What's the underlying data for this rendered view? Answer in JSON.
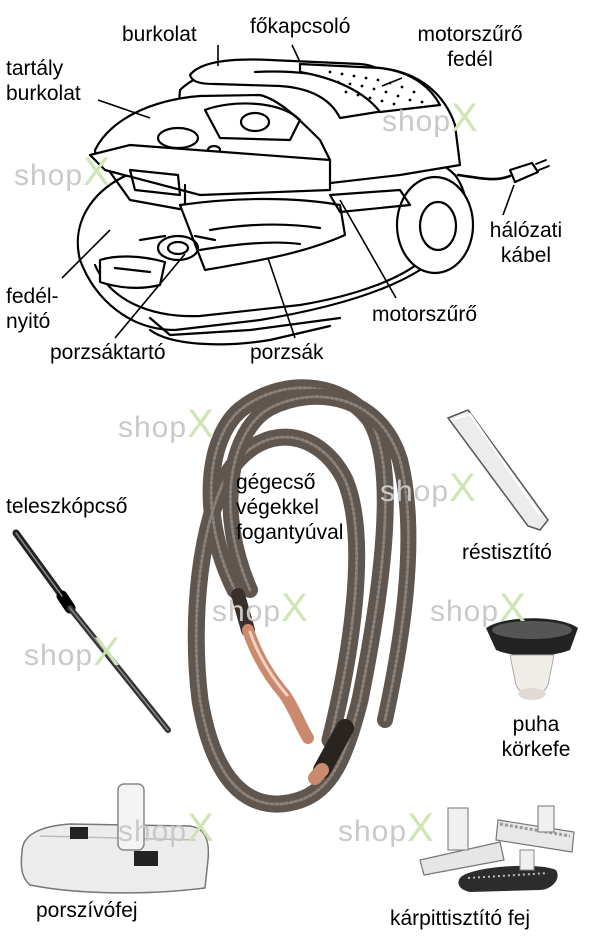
{
  "labels": {
    "burkolat": "burkolat",
    "fokapcsolo": "főkapcsoló",
    "motorszuro_fedel_1": "motorszűrő",
    "motorszuro_fedel_2": "fedél",
    "tartaly_burkolat_1": "tartály",
    "tartaly_burkolat_2": "burkolat",
    "halozati_kabel_1": "hálózati",
    "halozati_kabel_2": "kábel",
    "fedelnyito_1": "fedél-",
    "fedelnyito_2": "nyitó",
    "motorszuro": "motorszűrő",
    "porzsaktarto": "porzsáktartó",
    "porzsak": "porzsák",
    "teleszkopcso": "teleszkópcső",
    "gegecso_1": "gégecső",
    "gegecso_2": "végekkel",
    "gegecso_3": "fogantyúval",
    "restisztito": "réstisztító",
    "puha_korkefe_1": "puha",
    "puha_korkefe_2": "körkefe",
    "porszivofej": "porszívófej",
    "karpittisztito_fej": "kárpittisztító fej"
  },
  "watermark": {
    "text": "shop",
    "mark": "X"
  },
  "colors": {
    "line": "#000000",
    "hose": "#5f5650",
    "hose_light": "#8a817a",
    "copper": "#c98a6e",
    "nozzle": "#e8e8e8",
    "watermark_gray": "#c9c9c9",
    "watermark_green": "#cfe5b4"
  }
}
